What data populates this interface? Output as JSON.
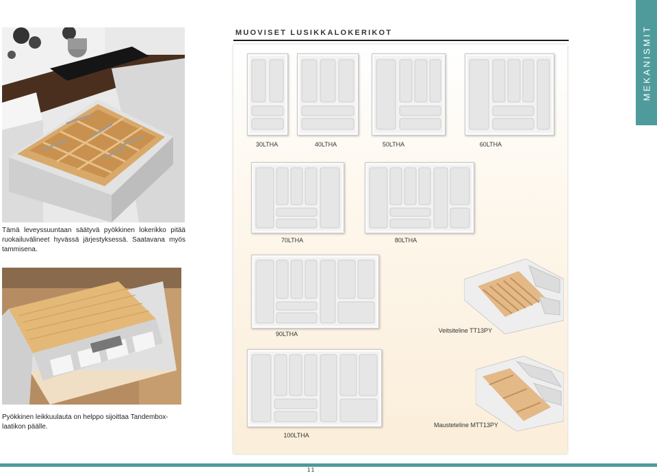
{
  "side_tab": {
    "label": "MEKANISMIT"
  },
  "header": {
    "title": "MUOVISET LUSIKKALOKERIKOT"
  },
  "captions": {
    "top": "Tämä leveyssuuntaan säätyvä pyökkinen lokerikko pitää ruokailuvälineet hyvässä järjestyksessä. Saatavana myös tammisena.",
    "bottom": "Pyökkinen leikkuulauta on helppo sijoittaa Tandembox-laatikon päälle."
  },
  "products": [
    {
      "code": "30LTHA"
    },
    {
      "code": "40LTHA"
    },
    {
      "code": "50LTHA"
    },
    {
      "code": "60LTHA"
    },
    {
      "code": "70LTHA"
    },
    {
      "code": "80LTHA"
    },
    {
      "code": "90LTHA"
    },
    {
      "code": "Veitsiteline TT13PY"
    },
    {
      "code": "100LTHA"
    },
    {
      "code": "Mausteteline MTT13PY"
    }
  ],
  "footer": {
    "page_number": "11"
  },
  "colors": {
    "accent": "#4f9b9c",
    "panel_tint": "#fbeeda",
    "wood": "#d9a96a"
  }
}
